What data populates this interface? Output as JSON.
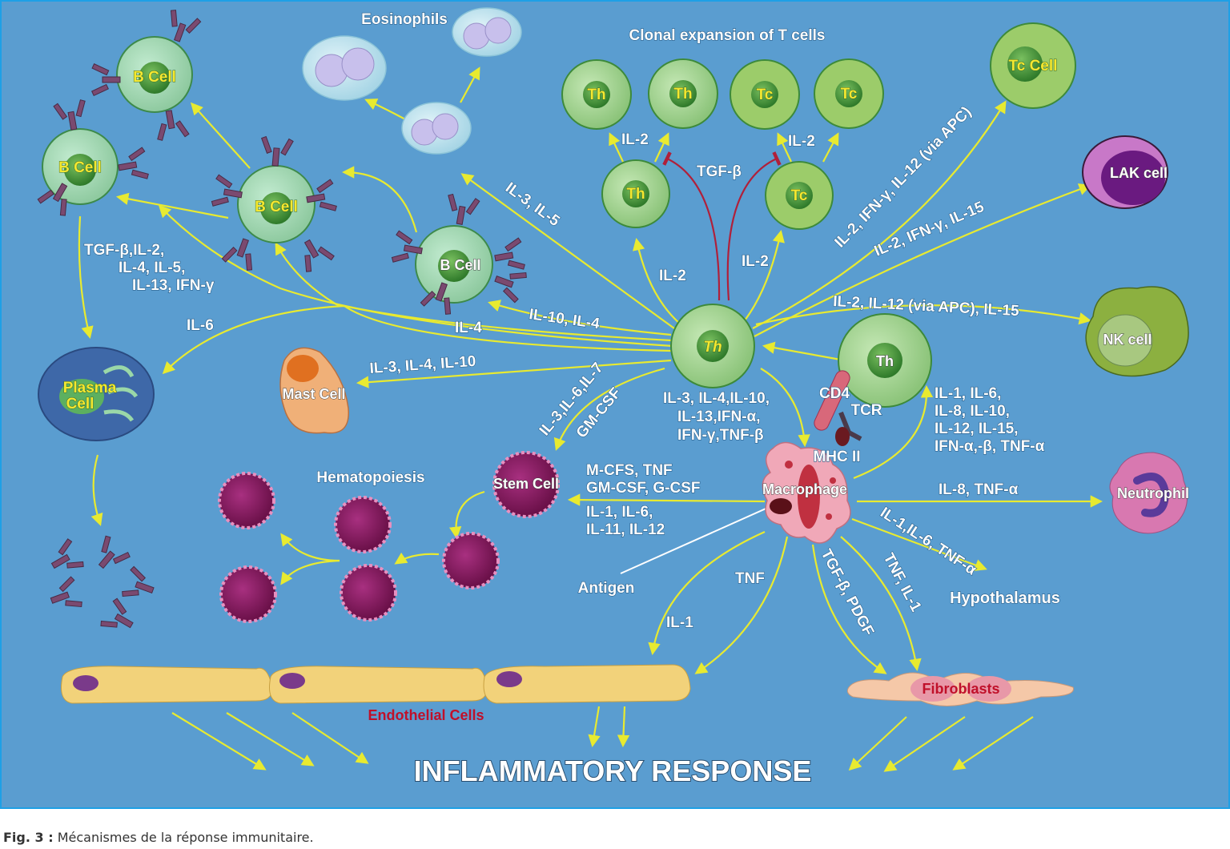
{
  "caption": {
    "prefix": "Fig. 3 :",
    "text": "Mécanismes de la réponse immunitaire."
  },
  "diagram": {
    "title": "INFLAMMATORY RESPONSE",
    "section_labels": {
      "eosinophils": "Eosinophils",
      "clonal_expansion": "Clonal expansion of T cells",
      "hematopoiesis": "Hematopoiesis",
      "endothelial": "Endothelial Cells",
      "hypothalamus": "Hypothalamus",
      "antigen": "Antigen",
      "cd4": "CD4",
      "tcr": "TCR",
      "mhc": "MHC II"
    },
    "cells": {
      "b_cell_1": "B Cell",
      "b_cell_2": "B Cell",
      "b_cell_3": "B Cell",
      "b_cell_4": "B Cell",
      "plasma_line1": "Plasma",
      "plasma_line2": "Cell",
      "mast": "Mast Cell",
      "stem": "Stem Cell",
      "th_center": "Th",
      "th_apc": "Th",
      "th_1": "Th",
      "th_2": "Th",
      "th_3": "Th",
      "tc_1": "Tc",
      "tc_2": "Tc",
      "tc_3": "Tc",
      "tc_cell": "Tc Cell",
      "lak": "LAK cell",
      "nk": "NK cell",
      "neutrophil": "Neutrophil",
      "macrophage": "Macrophage",
      "fibroblasts": "Fibroblasts"
    },
    "cytokine_labels": {
      "b_cell_differentiation": [
        "TGF-β,IL-2,",
        "IL-4, IL-5,",
        "IL-13, IFN-γ"
      ],
      "il6_plasma": "IL-6",
      "il4_bcell": "IL-4",
      "il10_il4": "IL-10, IL-4",
      "il3_il5": "IL-3, IL-5",
      "mast": "IL-3, IL-4, IL-10",
      "stem_from_th": [
        "IL-3,IL-6,IL-7",
        "GM-CSF"
      ],
      "th_to_macrophage": [
        "IL-3, IL-4,IL-10,",
        "IL-13,IFN-α,",
        "IFN-γ,TNF-β"
      ],
      "macrophage_to_stem": [
        "M-CFS, TNF",
        "GM-CSF, G-CSF",
        "IL-1, IL-6,",
        "IL-11, IL-12"
      ],
      "il2_th_left": "IL-2",
      "il2_tc_right": "IL-2",
      "il2_clonal_th": "IL-2",
      "il2_clonal_tc": "IL-2",
      "tgf_beta": "TGF-β",
      "tc_cell": "IL-2, IFN-γ, IL-12 (via APC)",
      "lak": "IL-2, IFN-γ, IL-15",
      "nk": "IL-2, IL-12 (via APC), IL-15",
      "macrophage_to_th": [
        "IL-1, IL-6,",
        "IL-8, IL-10,",
        "IL-12, IL-15,",
        "IFN-α,-β, TNF-α"
      ],
      "neutrophil": "IL-8, TNF-α",
      "hypothalamus": "IL-1,IL-6, TNF-α",
      "tnf_endothelial": "TNF",
      "il1_endothelial": "IL-1",
      "tgf_pdgf": "TGF-β, PDGF",
      "tnf_il1_fibro": "TNF, IL-1"
    },
    "colors": {
      "background": "#5a9dd0",
      "border": "#1ea0e6",
      "arrow": "#e8ea30",
      "inhibition": "#b0203a",
      "t_cell": "#a9d79a",
      "b_cell": "#a8d8b8",
      "tc_cell": "#9ccc6a",
      "lak": "#c070c0",
      "nk": "#8cb040",
      "stem": "#8a1860",
      "macrophage": "#f0a8b8",
      "endothelial": "#f2d27a",
      "fibroblast": "#f5c8a8",
      "mast": "#f0b078"
    }
  }
}
